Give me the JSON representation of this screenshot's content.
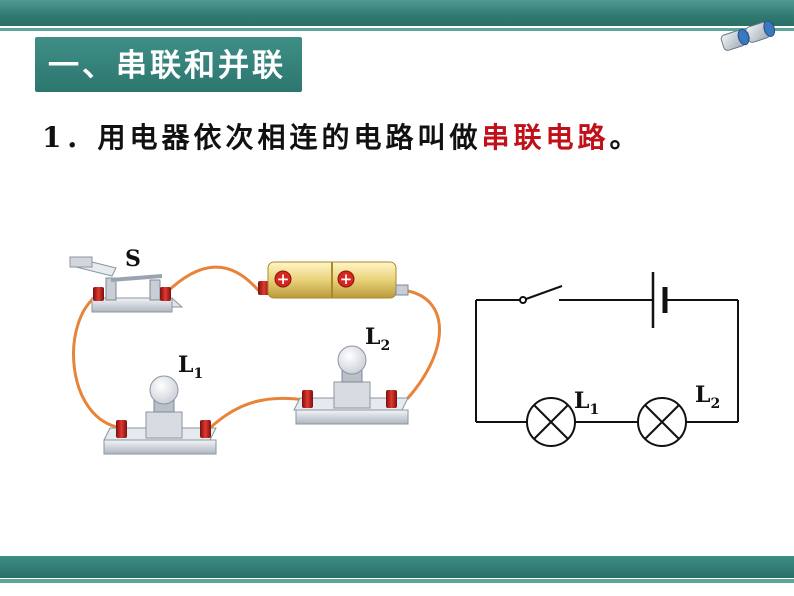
{
  "section": {
    "title": "一、串联和并联"
  },
  "statement": {
    "number": "1．",
    "prefix": "用电器依次相连的电路叫做",
    "highlight": "串联电路",
    "suffix": "。"
  },
  "physical_circuit": {
    "switch_label": "S",
    "lamp1_label": "L",
    "lamp1_sub": "1",
    "lamp2_label": "L",
    "lamp2_sub": "2",
    "battery_symbol": "+"
  },
  "schematic": {
    "lamp1_label": "L",
    "lamp1_sub": "1",
    "lamp2_label": "L",
    "lamp2_sub": "2"
  },
  "colors": {
    "theme": "#2f7a72",
    "highlight": "#c0101a",
    "wire": "#e8843a"
  }
}
